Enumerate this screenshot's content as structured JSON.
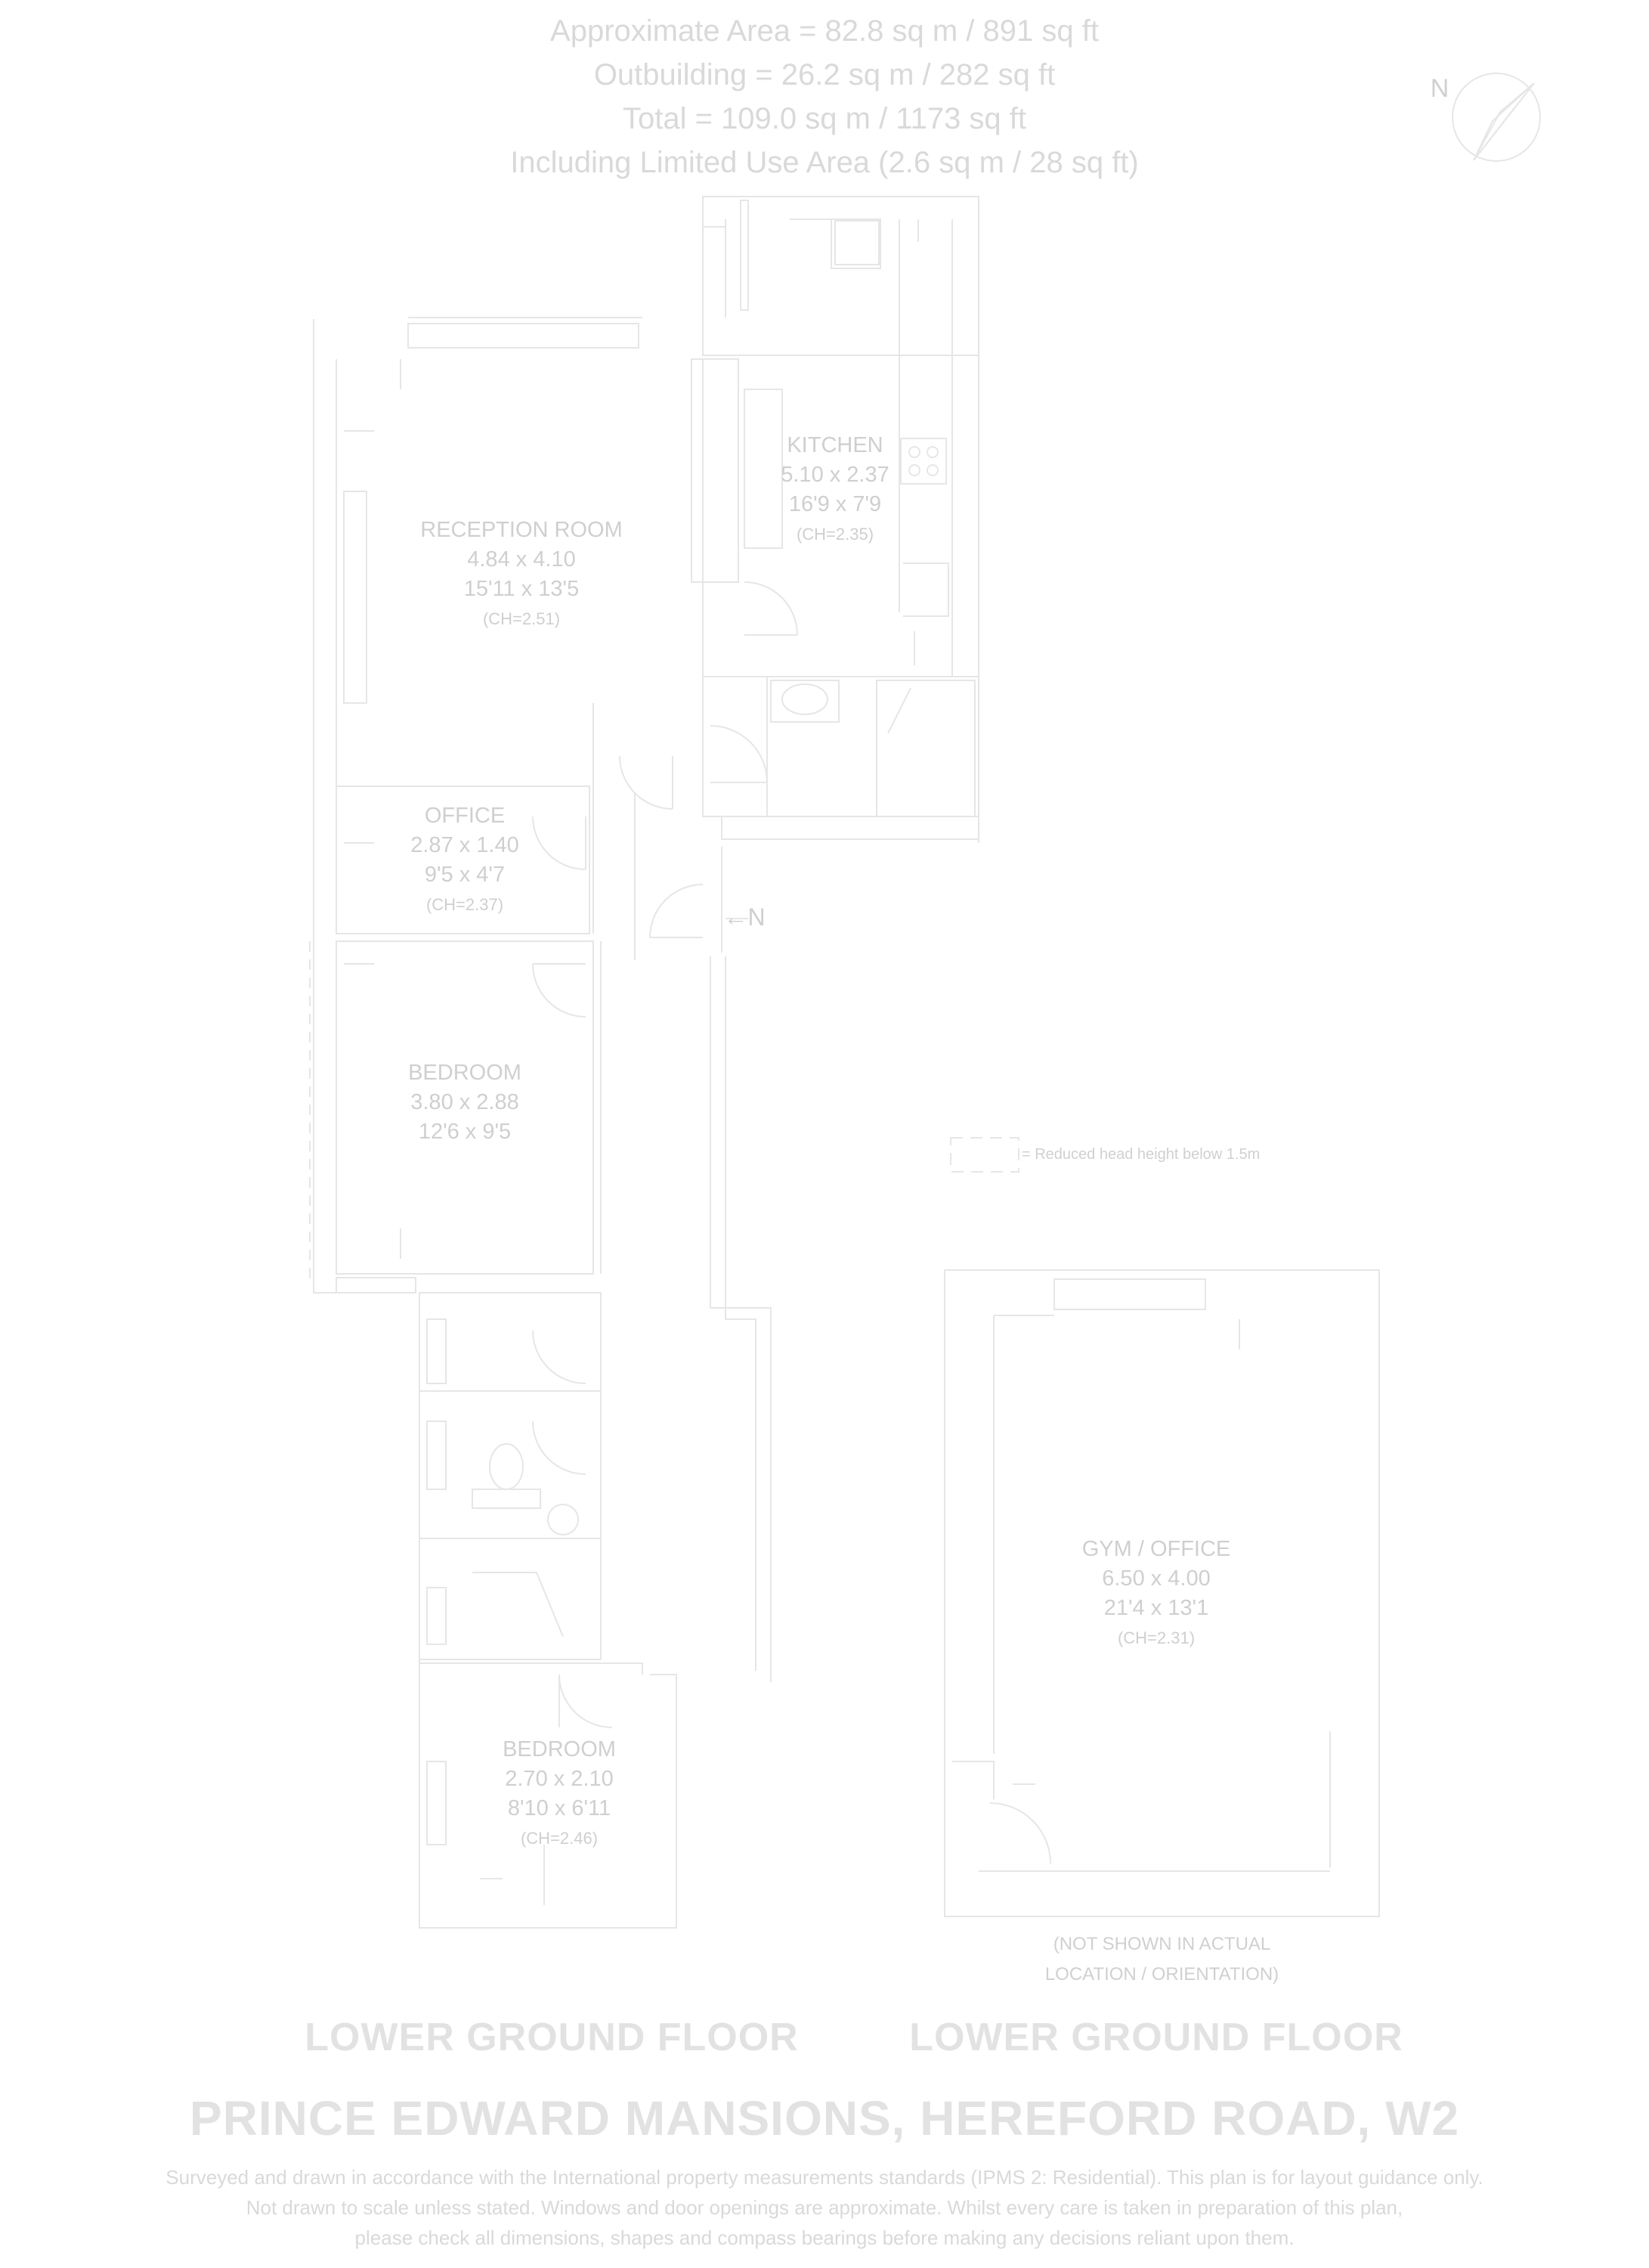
{
  "header": {
    "approx_area": "Approximate Area = 82.8 sq m / 891 sq ft",
    "outbuilding": "Outbuilding = 26.2 sq m / 282 sq ft",
    "total": "Total = 109.0 sq m / 1173 sq ft",
    "limited_use": "Including Limited Use Area (2.6 sq m / 28 sq ft)"
  },
  "compass": {
    "label": "N"
  },
  "entrance": {
    "label": "N"
  },
  "rooms": {
    "reception": {
      "name": "RECEPTION ROOM",
      "metric": "4.84 x 4.10",
      "imperial": "15'11 x 13'5",
      "ceiling": "(CH=2.51)"
    },
    "kitchen": {
      "name": "KITCHEN",
      "metric": "5.10 x 2.37",
      "imperial": "16'9 x 7'9",
      "ceiling": "(CH=2.35)"
    },
    "office": {
      "name": "OFFICE",
      "metric": "2.87 x 1.40",
      "imperial": "9'5 x 4'7",
      "ceiling": "(CH=2.37)"
    },
    "bedroom1": {
      "name": "BEDROOM",
      "metric": "3.80 x 2.88",
      "imperial": "12'6 x 9'5"
    },
    "bedroom2": {
      "name": "BEDROOM",
      "metric": "2.70 x 2.10",
      "imperial": "8'10 x 6'11",
      "ceiling": "(CH=2.46)"
    },
    "gym": {
      "name": "GYM / OFFICE",
      "metric": "6.50 x 4.00",
      "imperial": "21'4 x 13'1",
      "ceiling": "(CH=2.31)"
    }
  },
  "legend": {
    "label": "= Reduced head height below 1.5m"
  },
  "outbuilding_note": {
    "line1": "(NOT SHOWN IN ACTUAL",
    "line2": "LOCATION / ORIENTATION)"
  },
  "floors": {
    "left": "LOWER GROUND FLOOR",
    "right": "LOWER GROUND FLOOR"
  },
  "title": "PRINCE EDWARD MANSIONS, HEREFORD ROAD, W2",
  "disclaimer": {
    "line1": "Surveyed and drawn in accordance with the International property measurements standards (IPMS 2: Residential). This plan is for layout guidance only.",
    "line2": "Not drawn to scale unless stated. Windows and door openings are approximate. Whilst every care is taken in preparation of this plan,",
    "line3": "please check all dimensions, shapes and compass bearings before making any decisions reliant upon them."
  }
}
